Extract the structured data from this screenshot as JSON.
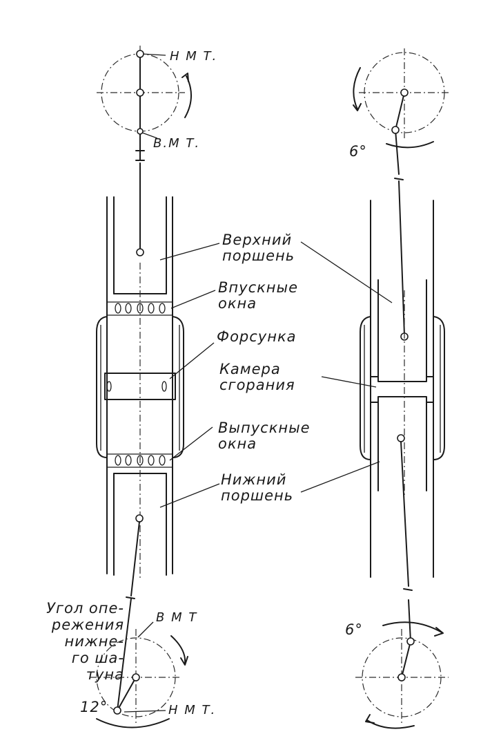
{
  "labels": {
    "upper_piston": [
      "Верхний",
      "поршень"
    ],
    "intake_ports": [
      "Впускные",
      "окна"
    ],
    "injector": "Форсунка",
    "combustion_chamber": [
      "Камера",
      "сгорания"
    ],
    "exhaust_ports": [
      "Выпускные",
      "окна"
    ],
    "lower_piston": [
      "Нижний",
      "поршень"
    ],
    "advance_angle": [
      "Угол опе-",
      "режения",
      "нижне-",
      "го ша-",
      "туна"
    ],
    "bdc_top_left": "Н М Т.",
    "tdc_top_left": "В.М Т.",
    "tdc_bottom_left": "В М Т",
    "bdc_bottom_left": "Н М Т.",
    "angle_12": "12°",
    "angle_6_top": "6°",
    "angle_6_bottom": "6°"
  }
}
